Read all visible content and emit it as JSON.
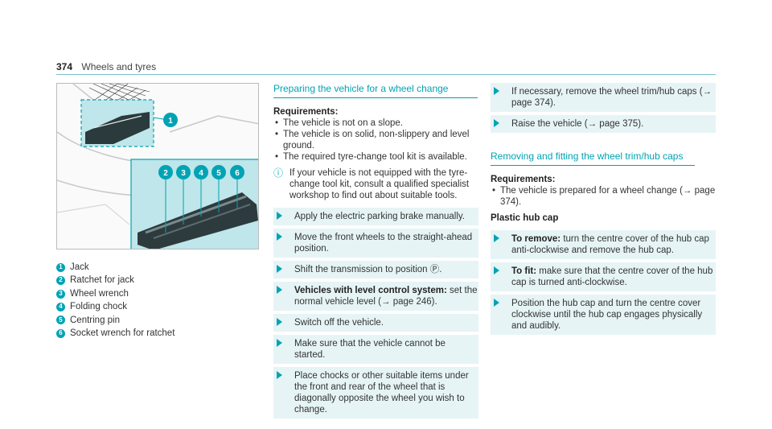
{
  "header": {
    "page_number": "374",
    "section": "Wheels and tyres"
  },
  "figure": {
    "markers": [
      "1",
      "2",
      "3",
      "4",
      "5",
      "6"
    ]
  },
  "legend": [
    {
      "n": "1",
      "text": "Jack"
    },
    {
      "n": "2",
      "text": "Ratchet for jack"
    },
    {
      "n": "3",
      "text": "Wheel wrench"
    },
    {
      "n": "4",
      "text": "Folding chock"
    },
    {
      "n": "5",
      "text": "Centring pin"
    },
    {
      "n": "6",
      "text": "Socket wrench for ratchet"
    }
  ],
  "col2": {
    "title": "Preparing the vehicle for a wheel change",
    "req_title": "Requirements:",
    "reqs": [
      "The vehicle is not on a slope.",
      "The vehicle is on solid, non-slippery and level ground.",
      "The required tyre-change tool kit is available."
    ],
    "note_icon": "info-icon",
    "note": "If your vehicle is not equipped with the tyre-change tool kit, consult a qualified specialist workshop to find out about suitable tools.",
    "steps": [
      {
        "bold": "",
        "text": "Apply the electric parking brake manually."
      },
      {
        "bold": "",
        "text": "Move the front wheels to the straight-ahead position."
      },
      {
        "bold": "",
        "text": "Shift the transmission to position Ⓟ."
      },
      {
        "bold": "Vehicles with level control system:",
        "text": " set the normal vehicle level (→ page 246)."
      },
      {
        "bold": "",
        "text": "Switch off the vehicle."
      },
      {
        "bold": "",
        "text": "Make sure that the vehicle cannot be started."
      },
      {
        "bold": "",
        "text": "Place chocks or other suitable items under the front and rear of the wheel that is diagonally opposite the wheel you wish to change."
      }
    ]
  },
  "col3": {
    "steps_top": [
      {
        "text": "If necessary, remove the wheel trim/hub caps (→ page 374)."
      },
      {
        "text": "Raise the vehicle (→ page 375)."
      }
    ],
    "title": "Removing and fitting the wheel trim/hub caps",
    "req_title": "Requirements:",
    "reqs": [
      "The vehicle is prepared for a wheel change (→ page 374)."
    ],
    "sub_title": "Plastic hub cap",
    "steps": [
      {
        "bold": "To remove:",
        "text": " turn the centre cover of the hub cap anti-clockwise and remove the hub cap."
      },
      {
        "bold": "To fit:",
        "text": " make sure that the centre cover of the hub cap is turned anti-clockwise."
      },
      {
        "bold": "",
        "text": "Position the hub cap and turn the centre cover clockwise until the hub cap engages physically and audibly."
      }
    ]
  },
  "colors": {
    "accent": "#00a3b4",
    "step_bg": "#e6f4f6"
  }
}
